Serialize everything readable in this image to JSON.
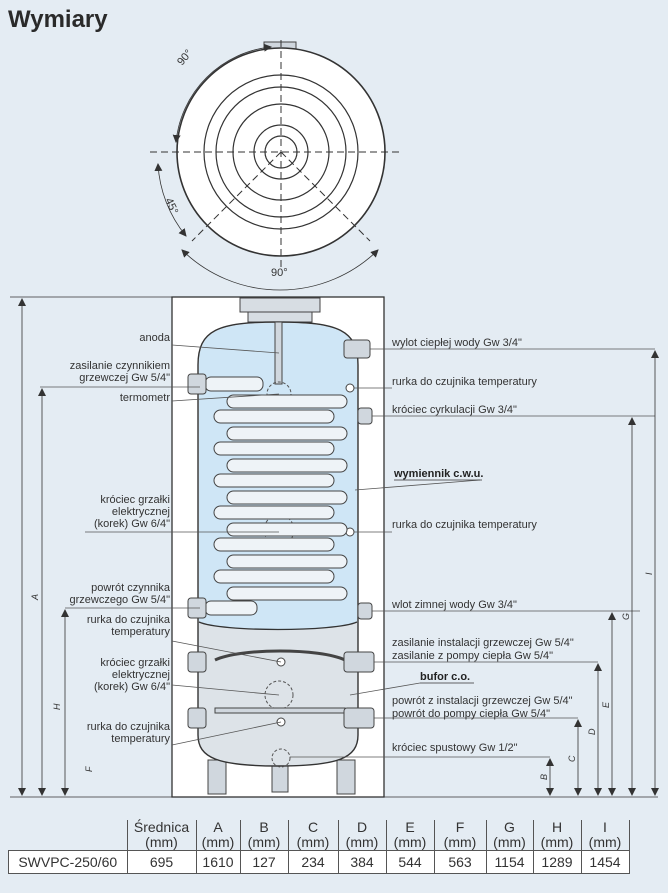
{
  "title": "Wymiary",
  "top_view": {
    "angle_top": "90°",
    "angle_left": "45°",
    "angle_bottom": "90°"
  },
  "labels": {
    "anoda": "anoda",
    "zasilanie_1": "zasilanie czynnikiem",
    "zasilanie_2": "grzewczej Gw 5/4\"",
    "termometr": "termometr",
    "krociec_grzalki_1": "króciec grzałki",
    "krociec_grzalki_2": "elektrycznej",
    "krociec_grzalki_3": "(korek) Gw 6/4\"",
    "powrot_1": "powrót czynnika",
    "powrot_2": "grzewczego Gw 5/4\"",
    "rurka_left_1": "rurka do czujnika",
    "rurka_left_2": "temperatury",
    "krociec_grzalki2_1": "króciec grzałki",
    "krociec_grzalki2_2": "elektrycznej",
    "krociec_grzalki2_3": "(korek) Gw 6/4\"",
    "rurka_left2_1": "rurka do czujnika",
    "rurka_left2_2": "temperatury",
    "wylot": "wylot ciepłej wody Gw 3/4\"",
    "rurka_right1": "rurka do czujnika temperatury",
    "cyrkulacja": "króciec cyrkulacji Gw 3/4\"",
    "wymiennik": "wymiennik c.w.u.",
    "rurka_right2": "rurka do czujnika temperatury",
    "wlot": "wlot zimnej wody Gw 3/4\"",
    "zasilanie_inst": "zasilanie instalacji grzewczej Gw 5/4\"",
    "zasilanie_pompy": "zasilanie z pompy ciepła Gw 5/4\"",
    "bufor": "bufor c.o.",
    "powrot_inst": "powrót z instalacji grzewczej Gw 5/4\"",
    "powrot_pompy": "powrót do pompy ciepła Gw 5/4\"",
    "spustowy": "króciec spustowy Gw 1/2\""
  },
  "dim_letters": {
    "A": "A",
    "B": "B",
    "C": "C",
    "D": "D",
    "E": "E",
    "F": "F",
    "G": "G",
    "H": "H",
    "I": "I"
  },
  "table": {
    "headers": [
      {
        "name": "Średnica",
        "unit": "(mm)"
      },
      {
        "name": "A",
        "unit": "(mm)"
      },
      {
        "name": "B",
        "unit": "(mm)"
      },
      {
        "name": "C",
        "unit": "(mm)"
      },
      {
        "name": "D",
        "unit": "(mm)"
      },
      {
        "name": "E",
        "unit": "(mm)"
      },
      {
        "name": "F",
        "unit": "(mm)"
      },
      {
        "name": "G",
        "unit": "(mm)"
      },
      {
        "name": "H",
        "unit": "(mm)"
      },
      {
        "name": "I",
        "unit": "(mm)"
      }
    ],
    "row": {
      "model": "SWVPC-250/60",
      "values": [
        "695",
        "1610",
        "127",
        "234",
        "384",
        "544",
        "563",
        "1154",
        "1289",
        "1454"
      ]
    }
  }
}
